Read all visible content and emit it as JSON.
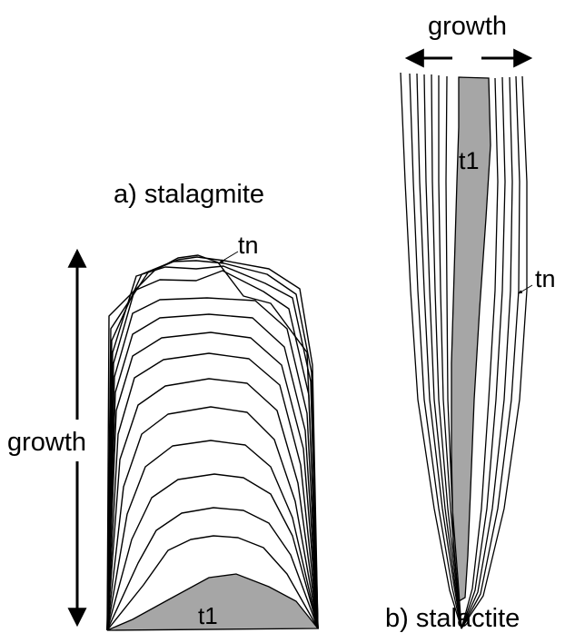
{
  "stalagmite": {
    "panel_label": "a) stalagmite",
    "growth_label": "growth",
    "older_layer_label": "t1",
    "newer_layer_label": "tn"
  },
  "stalactite": {
    "panel_label": "b) stalactite",
    "growth_label": "growth",
    "older_layer_label": "t1",
    "newer_layer_label": "tn"
  },
  "colors": {
    "core_fill": "#a6a6a6",
    "line": "#000000",
    "background": "#ffffff"
  }
}
